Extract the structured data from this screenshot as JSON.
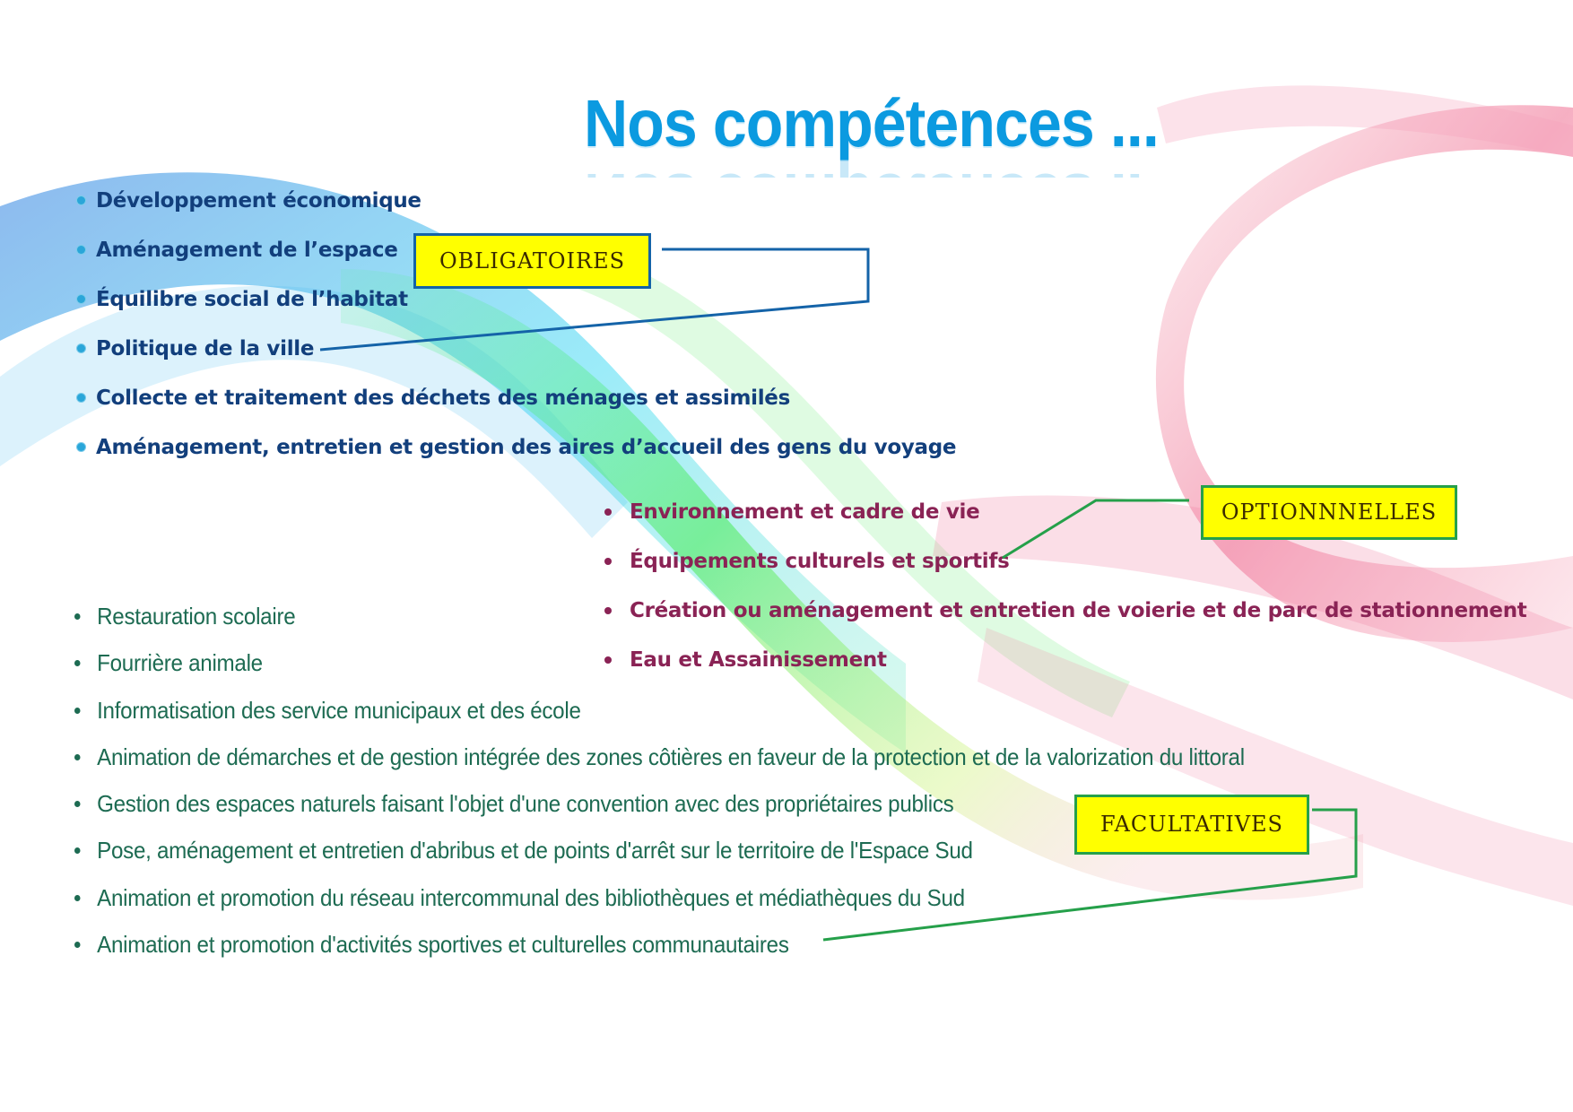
{
  "title": "Nos compétences ...",
  "colors": {
    "title": "#0b9ae0",
    "obligatoires_text": "#123f7c",
    "optionnelles_text": "#8a2355",
    "facultatives_text": "#1d6b52",
    "label_fill": "#ffff00",
    "obligatoires_connector": "#1463a8",
    "optionnelles_connector": "#25a04a",
    "facultatives_connector": "#25a04a"
  },
  "obligatoires": {
    "label": "OBLIGATOIRES",
    "items": [
      "Développement économique",
      "Aménagement de l’espace",
      "Équilibre social de l’habitat",
      "Politique de la ville",
      "Collecte et traitement des déchets des ménages et assimilés",
      "Aménagement, entretien et gestion des aires d’accueil des gens du voyage"
    ]
  },
  "optionnelles": {
    "label": "OPTIONNNELLES",
    "items": [
      "Environnement et cadre de vie",
      "Équipements culturels et sportifs",
      "Création ou aménagement et entretien de voierie et de parc de stationnement",
      "Eau et Assainissement"
    ]
  },
  "facultatives": {
    "label": "FACULTATIVES",
    "items": [
      "Restauration scolaire",
      "Fourrière animale",
      "Informatisation des service municipaux et des école",
      "Animation de démarches et de gestion intégrée des zones côtières en faveur de la protection et de la valorization du littoral",
      "Gestion des espaces naturels faisant l'objet d'une convention avec des propriétaires publics",
      "Pose, aménagement et entretien d'abribus et de points d'arrêt sur le territoire de l'Espace Sud",
      "Animation et promotion du réseau intercommunal des bibliothèques et médiathèques du Sud",
      "Animation et promotion d'activités sportives et culturelles communautaires"
    ]
  }
}
